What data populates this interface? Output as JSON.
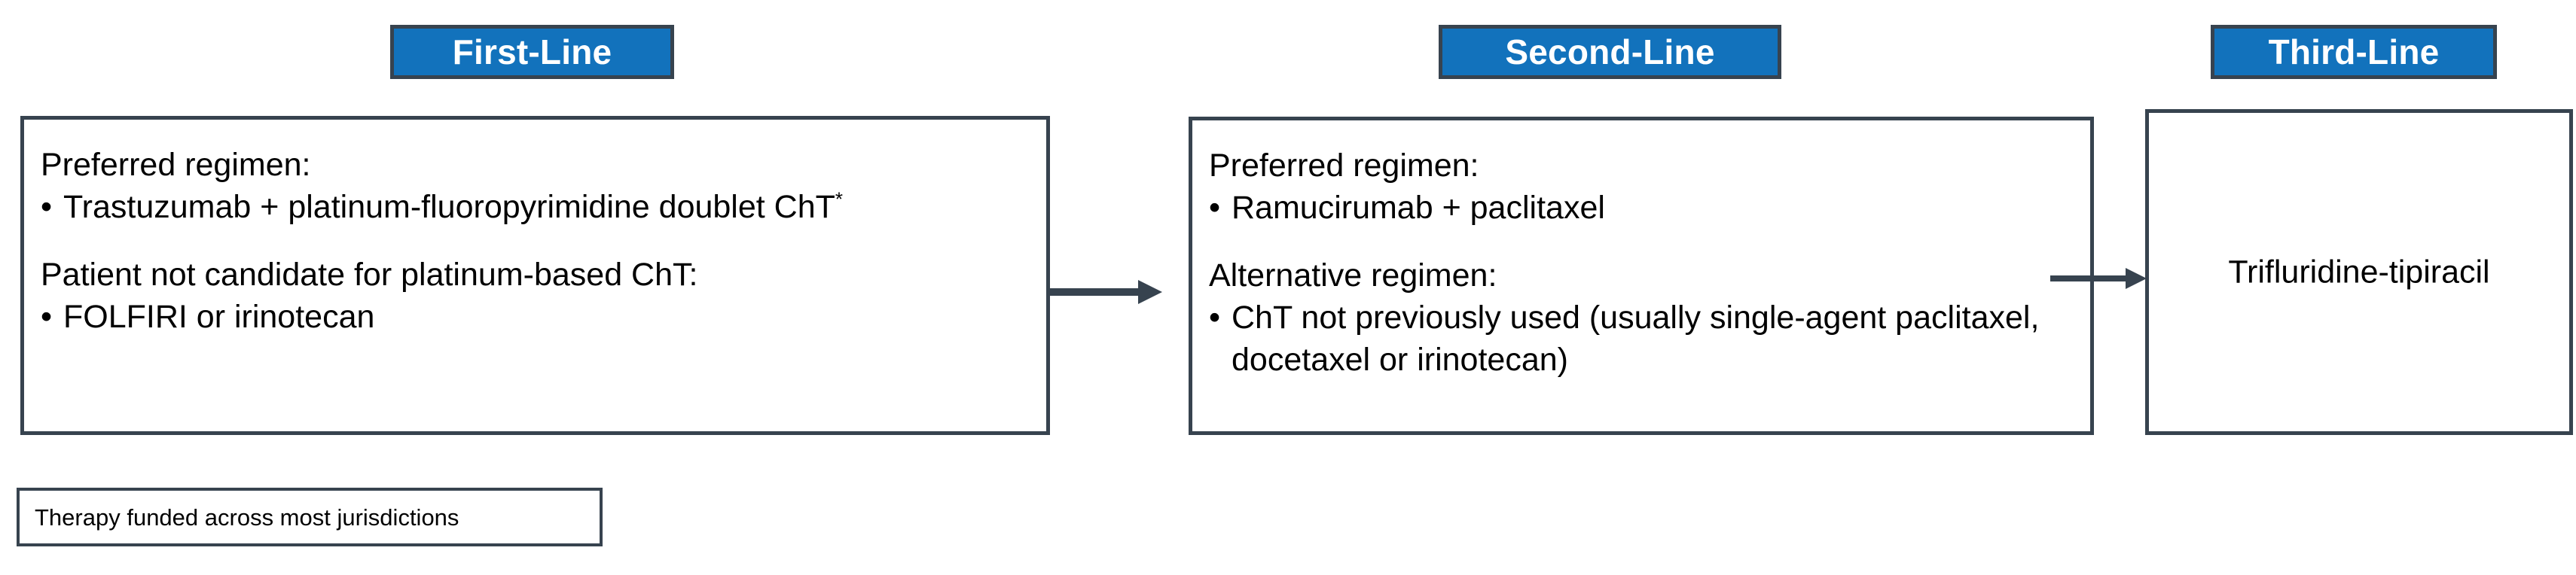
{
  "colors": {
    "header_blue": "#1272bc",
    "border_dark": "#37434f",
    "text_black": "#000000",
    "background": "#ffffff"
  },
  "headers": [
    {
      "id": "first-line",
      "label": "First-Line"
    },
    {
      "id": "second-line",
      "label": "Second-Line"
    },
    {
      "id": "third-line",
      "label": "Third-Line"
    }
  ],
  "boxes": {
    "first_line": {
      "preferred_heading": "Preferred regimen:",
      "preferred_items": [
        {
          "bullet": "•",
          "text": "Trastuzumab + platinum-fluoropyrimidine doublet ChT",
          "superscript": "*"
        }
      ],
      "alternative_heading": "Patient not candidate for platinum-based ChT:",
      "alternative_items": [
        {
          "bullet": "•",
          "text": "FOLFIRI or irinotecan",
          "superscript": ""
        }
      ]
    },
    "second_line": {
      "preferred_heading": "Preferred regimen:",
      "preferred_items": [
        {
          "bullet": "•",
          "text": "Ramucirumab + paclitaxel",
          "superscript": ""
        }
      ],
      "alternative_heading": "Alternative regimen:",
      "alternative_items": [
        {
          "bullet": "•",
          "text": "ChT not previously used (usually single-agent paclitaxel, docetaxel or irinotecan)",
          "superscript": ""
        }
      ]
    },
    "third_line": {
      "text": "Trifluridine-tipiracil"
    }
  },
  "arrows": [
    {
      "id": "arrow-first-to-second",
      "from": "first-line",
      "to": "second-line"
    },
    {
      "id": "arrow-second-to-third",
      "from": "second-line",
      "to": "third-line"
    }
  ],
  "legend": {
    "text": "Therapy funded across most jurisdictions"
  }
}
